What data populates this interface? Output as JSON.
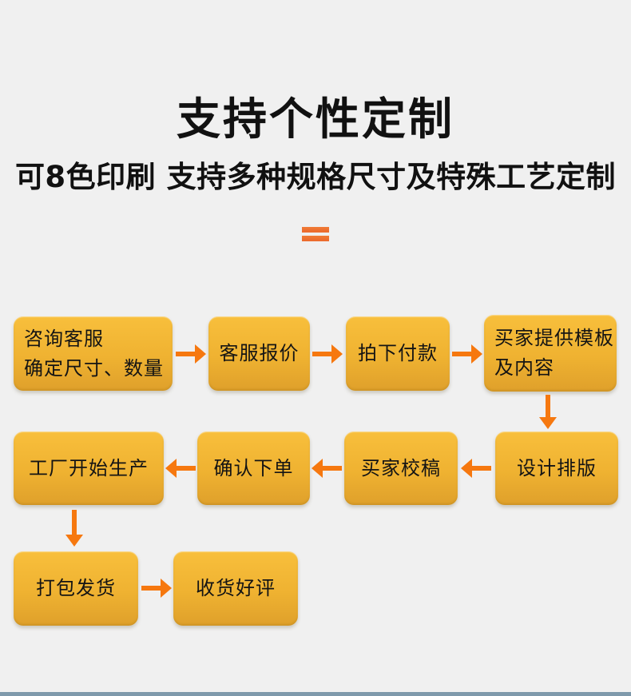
{
  "colors": {
    "background": "#f0f0f0",
    "text": "#111111",
    "box_top": "#f8bf3c",
    "box_bottom": "#dfa02b",
    "arrow": "#f6780f",
    "equals": "#ec6c2e",
    "footer_bar": "#7e99ab"
  },
  "header": {
    "title": "支持个性定制",
    "subtitle": "可8色印刷 支持多种规格尺寸及特殊工艺定制"
  },
  "flow": {
    "steps": [
      {
        "lines": [
          "咨询客服",
          "确定尺寸、数量"
        ]
      },
      {
        "lines": [
          "客服报价"
        ]
      },
      {
        "lines": [
          "拍下付款"
        ]
      },
      {
        "lines": [
          "买家提供模板",
          "及内容"
        ]
      },
      {
        "lines": [
          "设计排版"
        ]
      },
      {
        "lines": [
          "买家校稿"
        ]
      },
      {
        "lines": [
          "确认下单"
        ]
      },
      {
        "lines": [
          "工厂开始生产"
        ]
      },
      {
        "lines": [
          "打包发货"
        ]
      },
      {
        "lines": [
          "收货好评"
        ]
      }
    ]
  }
}
